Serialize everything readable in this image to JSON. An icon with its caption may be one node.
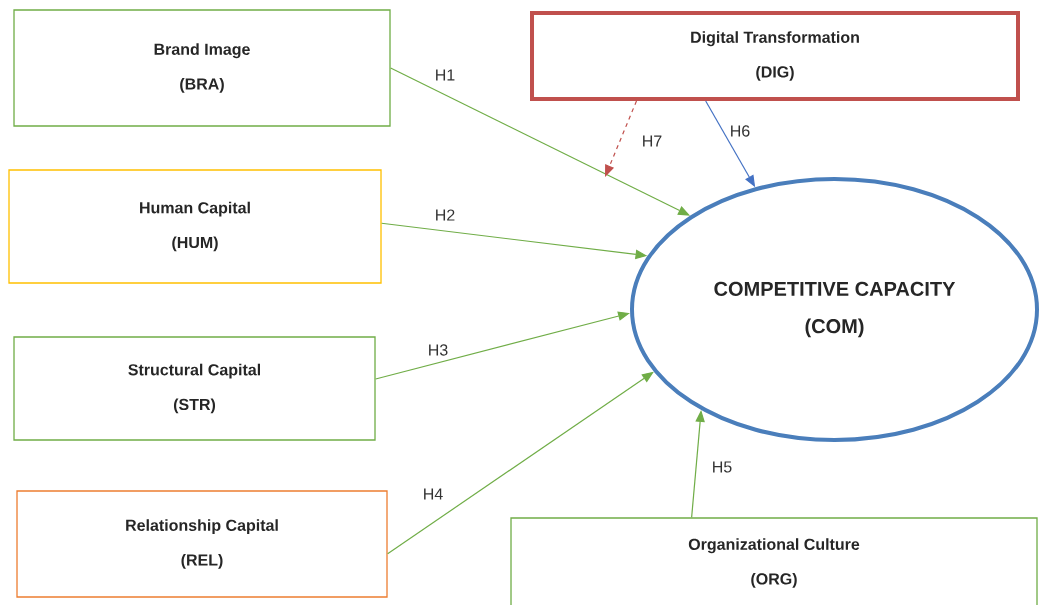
{
  "diagram": {
    "nodes": [
      {
        "text": [
          "Brand Image",
          "(BRA)"
        ]
      },
      {
        "text": [
          "Digital Transformation",
          "(DIG)"
        ]
      },
      {
        "text": [
          "Human Capital",
          "(HUM)"
        ]
      },
      {
        "text": [
          "Structural Capital",
          "(STR)"
        ]
      },
      {
        "text": [
          "COMPETITIVE CAPACITY",
          "(COM)"
        ]
      },
      {
        "text": [
          "Relationship Capital",
          "(REL)"
        ]
      },
      {
        "text": [
          "Organizational Culture",
          "(ORG)"
        ]
      }
    ],
    "edges": [
      {
        "from": 0,
        "to": 4,
        "arrow": "to",
        "label": "H1"
      },
      {
        "from": 2,
        "to": 4,
        "arrow": "to",
        "label": "H2"
      },
      {
        "from": 3,
        "to": 4,
        "arrow": "to",
        "label": "H3"
      },
      {
        "from": 5,
        "to": 4,
        "arrow": "to",
        "label": "H4"
      },
      {
        "from": 6,
        "to": 4,
        "arrow": "to",
        "label": "H5"
      },
      {
        "from": 1,
        "to": 4,
        "arrow": "to",
        "label": "H6",
        "color": "#4472c4"
      },
      {
        "from": 1,
        "to": null,
        "arrow": "to",
        "label": "H7",
        "style": "dashed",
        "color": "#c0504d"
      }
    ]
  }
}
